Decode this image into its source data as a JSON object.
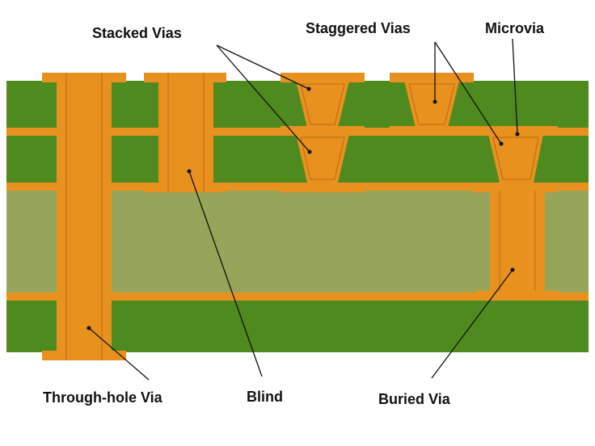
{
  "labels": {
    "stacked": "Stacked Vias",
    "staggered": "Staggered Vias",
    "microvia": "Microvia",
    "through_hole": "Through-hole Via",
    "blind": "Blind",
    "buried": "Buried Via"
  },
  "colors": {
    "prepreg": "#4E8A1E",
    "core": "#97A55B",
    "copper": "#E8911F",
    "copper_edge": "#B86A10",
    "background": "#FFFFFF",
    "text": "#111111"
  }
}
